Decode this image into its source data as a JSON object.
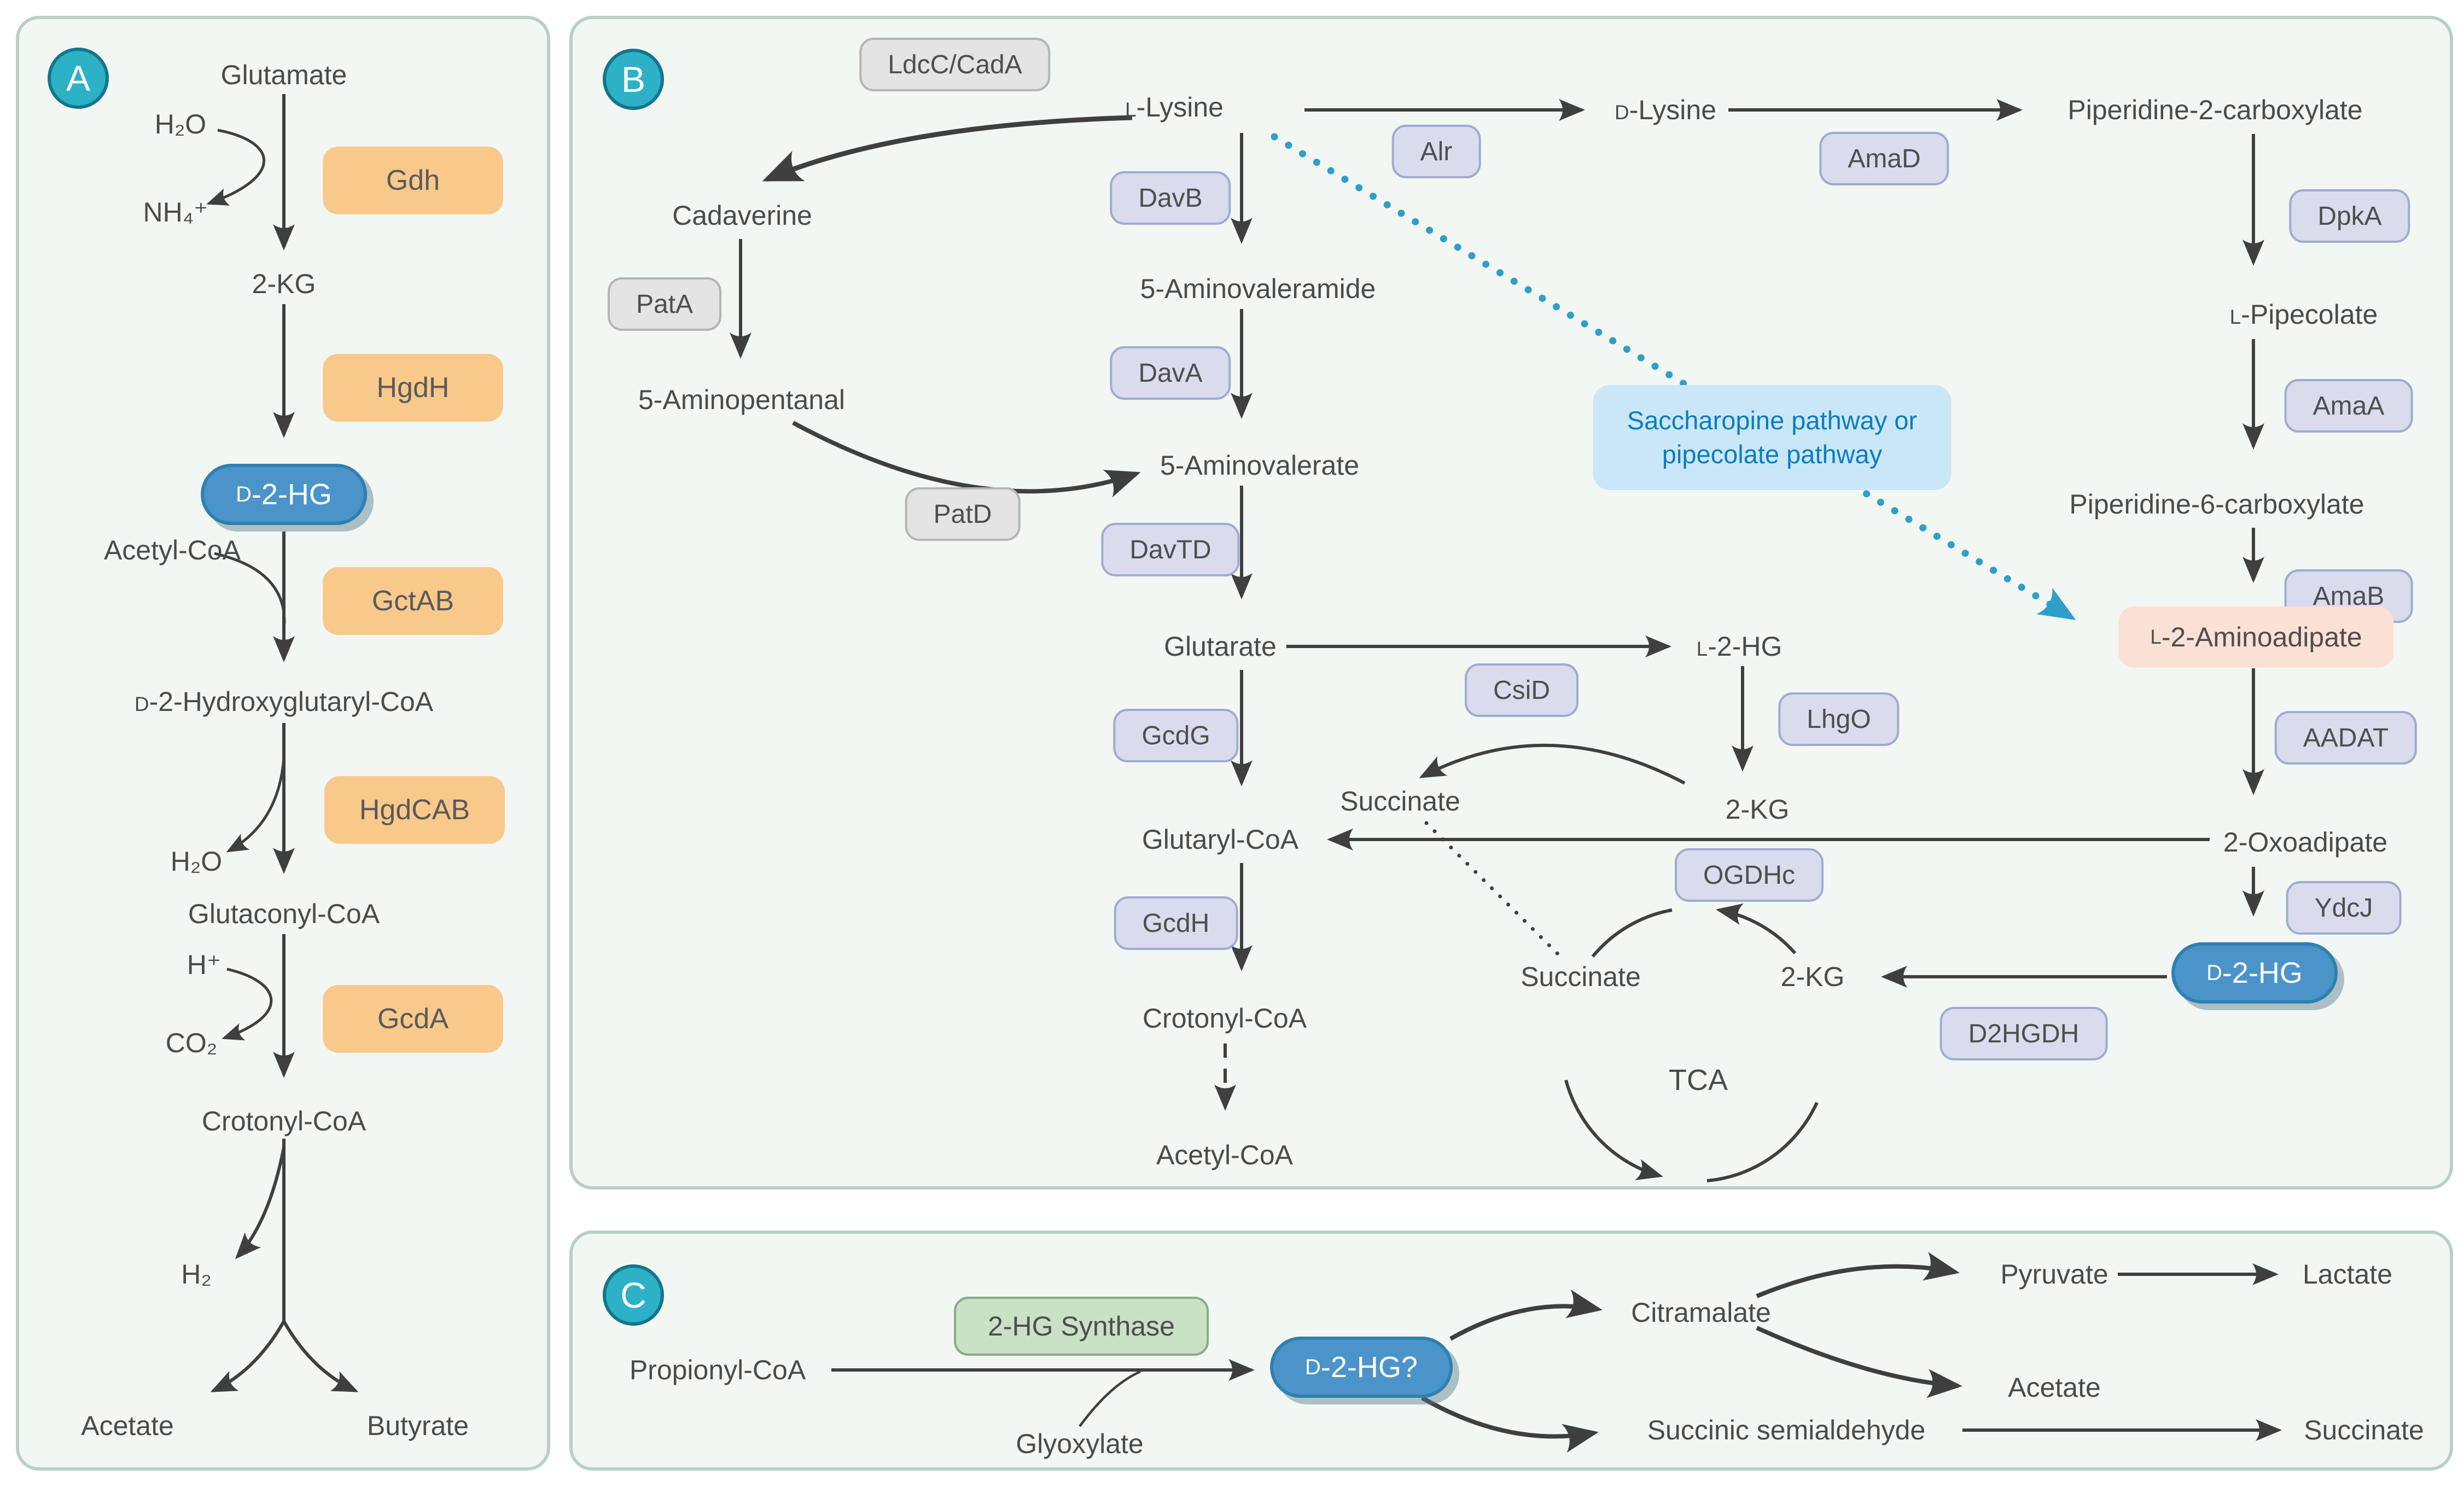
{
  "colors": {
    "panel_bg": "#f2f7f4",
    "panel_border": "#b9cfc7",
    "arrow": "#3f3f3f",
    "enzyme_fill": "#dadcee",
    "enzyme_border": "#9fabd0",
    "gray_fill": "#e4e4e4",
    "gray_border": "#b5b5b5",
    "orange_fill": "#f9c98b",
    "blue_pill_fill": "#4a94ca",
    "blue_pill_border": "#2f80b0",
    "peach_fill": "#fbe0d5",
    "note_fill": "#cae7f8",
    "note_text": "#0c7cc2",
    "green_fill": "#c9e2c5",
    "green_border": "#8aab88",
    "badge_fill": "#2cb1c7",
    "badge_border": "#13768b",
    "dotted_blue": "#2e9fca"
  },
  "panel_a": {
    "badge": "A",
    "glutamate": "Glutamate",
    "h2o_1": "H₂O",
    "nh4": "NH₄⁺",
    "gdh": "Gdh",
    "two_kg": "2-KG",
    "hgdh": "HgdH",
    "d2hg": {
      "sc": "D",
      "rest": "-2-HG"
    },
    "acetyl_coa": "Acetyl-CoA",
    "gctab": "GctAB",
    "d2h_coa": {
      "sc": "D",
      "rest": "-2-Hydroxyglutaryl-CoA"
    },
    "hgdcab": "HgdCAB",
    "h2o_2": "H₂O",
    "glutaconyl_coa": "Glutaconyl-CoA",
    "h_plus": "H⁺",
    "gcda": "GcdA",
    "co2": "CO₂",
    "crotonyl_coa": "Crotonyl-CoA",
    "h2": "H₂",
    "acetate": "Acetate",
    "butyrate": "Butyrate"
  },
  "panel_b": {
    "badge": "B",
    "ldcc_cada": "LdcC/CadA",
    "l_lysine": {
      "sc": "L",
      "rest": "-Lysine"
    },
    "cadaverine": "Cadaverine",
    "pata": "PatA",
    "aminopentanal": "5-Aminopentanal",
    "patd": "PatD",
    "davb": "DavB",
    "aminovaleramide": "5-Aminovaleramide",
    "dava": "DavA",
    "aminovalerate": "5-Aminovalerate",
    "davtd": "DavTD",
    "glutarate": "Glutarate",
    "csid": "CsiD",
    "l2hg": {
      "sc": "L",
      "rest": "-2-HG"
    },
    "lhgo": "LhgO",
    "succinate_upper": "Succinate",
    "two_kg_upper": "2-KG",
    "gcdg": "GcdG",
    "glutaryl_coa": "Glutaryl-CoA",
    "ogdhc": "OGDHc",
    "gcdh": "GcdH",
    "crotonyl_coa": "Crotonyl-CoA",
    "acetyl_coa": "Acetyl-CoA",
    "tca": "TCA",
    "succinate_tca": "Succinate",
    "two_kg_tca": "2-KG",
    "d2hgdh": "D2HGDH",
    "alr": "Alr",
    "d_lysine": {
      "sc": "D",
      "rest": "-Lysine"
    },
    "amad": "AmaD",
    "piperidine2": "Piperidine-2-carboxylate",
    "dpka": "DpkA",
    "l_pipecolate": {
      "sc": "L",
      "rest": "-Pipecolate"
    },
    "amaa": "AmaA",
    "piperidine6": "Piperidine-6-carboxylate",
    "amab": "AmaB",
    "l2aminoadipate": {
      "sc": "L",
      "rest": "-2-Aminoadipate"
    },
    "aadat": "AADAT",
    "oxoadipate": "2-Oxoadipate",
    "ydcj": "YdcJ",
    "d2hg": {
      "sc": "D",
      "rest": "-2-HG"
    },
    "note_line1": "Saccharopine pathway or",
    "note_line2": "pipecolate pathway"
  },
  "panel_c": {
    "badge": "C",
    "propionyl_coa": "Propionyl-CoA",
    "hg_synthase": "2-HG Synthase",
    "glyoxylate": "Glyoxylate",
    "d2hg_q": {
      "sc": "D",
      "rest": "-2-HG?"
    },
    "citramalate": "Citramalate",
    "pyruvate": "Pyruvate",
    "lactate": "Lactate",
    "acetate": "Acetate",
    "succinic_semialdehyde": "Succinic semialdehyde",
    "succinate": "Succinate"
  }
}
